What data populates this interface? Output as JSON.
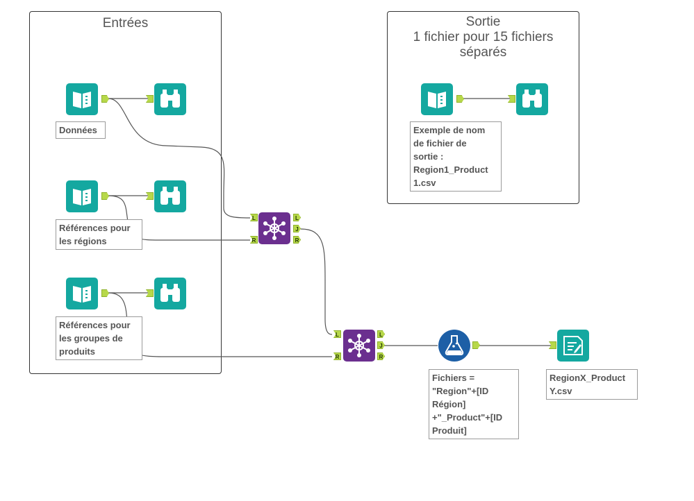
{
  "containers": {
    "inputs": {
      "title": "Entrées"
    },
    "output": {
      "title": "Sortie\n1 fichier pour 15 fichiers\nséparés"
    }
  },
  "tools": {
    "input_donnees": {
      "icon": "book-input-icon",
      "label": "Données"
    },
    "input_regions": {
      "icon": "book-input-icon",
      "label": "Références pour\nles régions"
    },
    "input_produits": {
      "icon": "book-input-icon",
      "label": "Références pour\nles groupes de\nproduits"
    },
    "input_example": {
      "icon": "book-input-icon",
      "label": "Exemple de nom\nde fichier de\nsortie :\nRegion1_Product\n1.csv"
    },
    "browse_icon": "binoculars-icon",
    "join_icon": "join-network-icon",
    "formula": {
      "icon": "flask-icon",
      "label": "Fichiers =\n\"Region\"+[ID\nRégion]\n+\"_Product\"+[ID\nProduit]"
    },
    "output_file": {
      "icon": "output-file-icon",
      "label": "RegionX_Product\nY.csv"
    }
  },
  "anchors": {
    "left": "L",
    "join": "J",
    "right": "R"
  },
  "colors": {
    "teal": "#14a8a0",
    "purple": "#6b2f8f",
    "navy": "#1d5fa6",
    "anchor": "#b7d84a"
  }
}
